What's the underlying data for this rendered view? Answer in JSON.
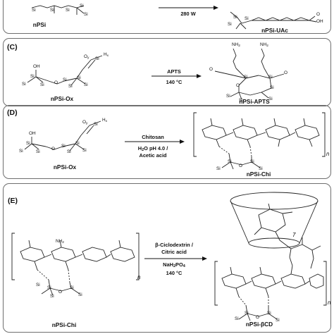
{
  "panels": [
    {
      "id": "B",
      "label": "",
      "reactant": "nPSi",
      "product": "nPSi-UAc",
      "conditions": [
        "280 W"
      ],
      "acid": "OH"
    },
    {
      "id": "C",
      "label": "(C)",
      "reactant": "nPSi-Ox",
      "product": "nPSi-APTS",
      "conditions": [
        "APTS",
        "140 °C"
      ]
    },
    {
      "id": "D",
      "label": "(D)",
      "reactant": "nPSi-Ox",
      "product": "nPSi-Chi",
      "conditions": [
        "Chitosan",
        "H2O pH 4.0 /",
        "Acetic acid"
      ],
      "n": "n"
    },
    {
      "id": "E",
      "label": "(E)",
      "reactant": "nPSi-Chi",
      "product": "nPSi-βCD",
      "conditions": [
        "β-Ciclodextrin /",
        "Citric acid",
        "NaH2PO4",
        "140 °C"
      ],
      "n": "n"
    }
  ],
  "atoms": {
    "si": "Si",
    "o": "O",
    "oh": "OH",
    "h": "H",
    "ox": "Oy",
    "hx": "Hx",
    "nh2": "NH2"
  }
}
